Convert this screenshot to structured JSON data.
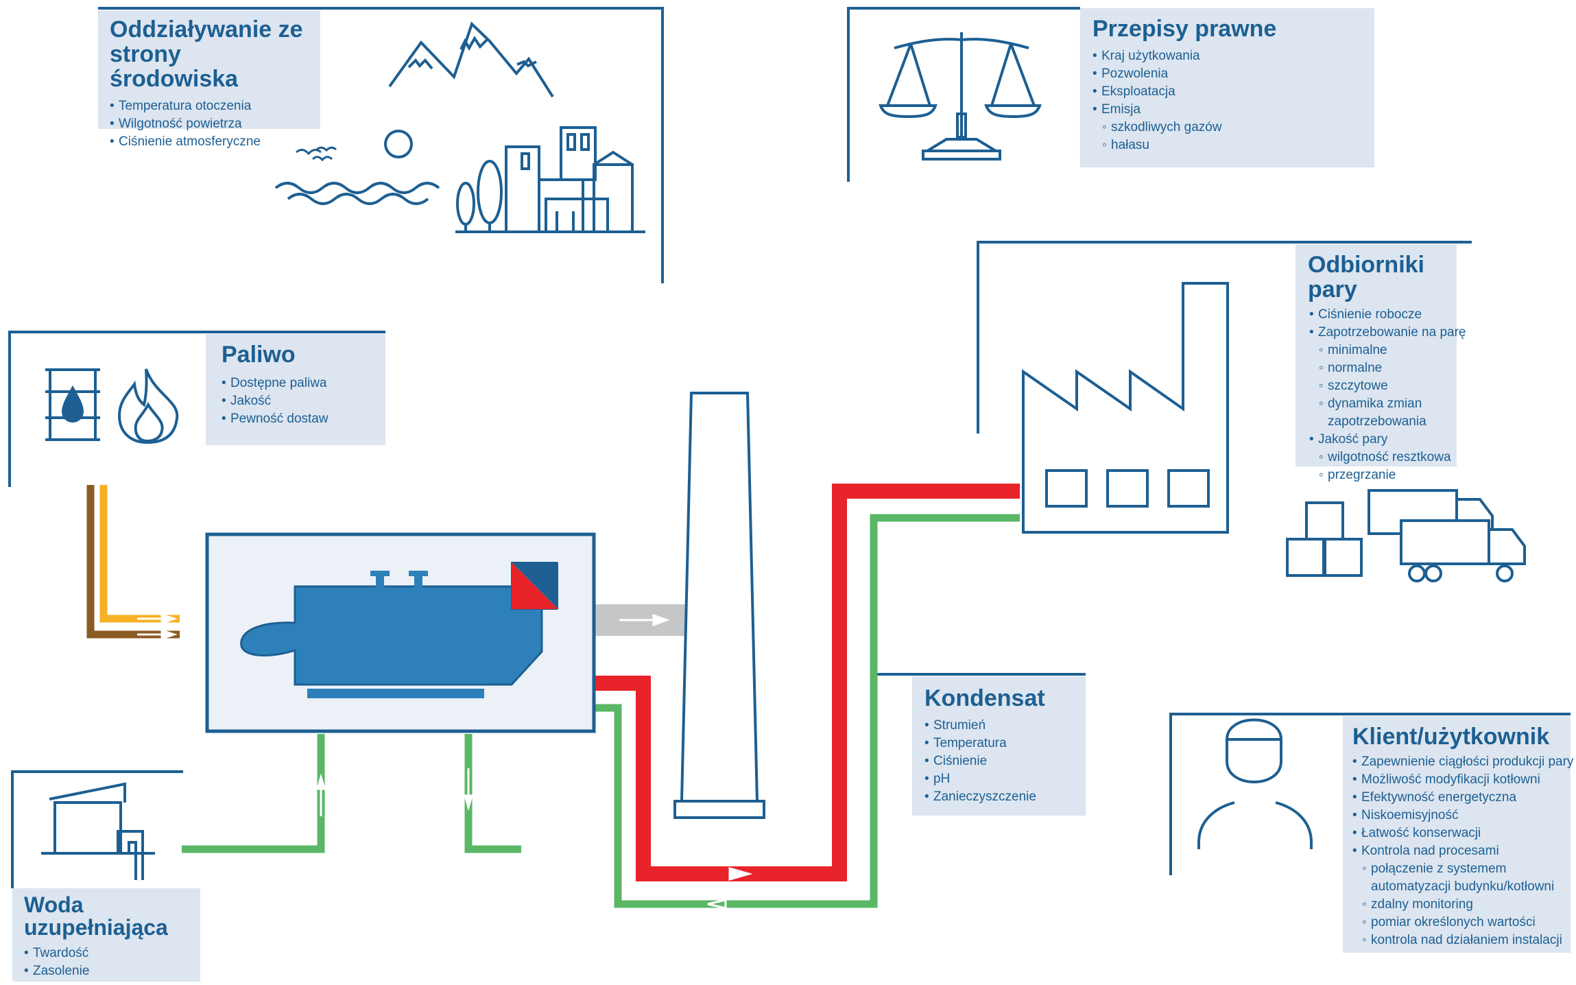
{
  "environment": {
    "title": "Oddziaływanie ze strony środowiska",
    "title_line1": "Oddziaływanie ze",
    "title_line2": "strony środowiska",
    "items": [
      "Temperatura otoczenia",
      "Wilgotność powietrza",
      "Ciśnienie atmosferyczne"
    ]
  },
  "regulations": {
    "title": "Przepisy prawne",
    "items": [
      "Kraj użytkowania",
      "Pozwolenia",
      "Eksploatacja",
      "Emisja"
    ],
    "sub_items": [
      "szkodliwych gazów",
      "hałasu"
    ]
  },
  "steam_consumers": {
    "title": "Odbiorniki pary",
    "items": [
      {
        "text": "Ciśnienie robocze",
        "sub": false
      },
      {
        "text": "Zapotrzebowanie na parę",
        "sub": false
      },
      {
        "text": "minimalne",
        "sub": true
      },
      {
        "text": "normalne",
        "sub": true
      },
      {
        "text": "szczytowe",
        "sub": true
      },
      {
        "text": "dynamika zmian",
        "sub": true
      },
      {
        "text": "zapotrzebowania",
        "sub": true,
        "continuation": true
      },
      {
        "text": "Jakość pary",
        "sub": false
      },
      {
        "text": "wilgotność resztkowa",
        "sub": true
      },
      {
        "text": "przegrzanie",
        "sub": true
      }
    ]
  },
  "fuel": {
    "title": "Paliwo",
    "items": [
      "Dostępne paliwa",
      "Jakość",
      "Pewność dostaw"
    ]
  },
  "condensate": {
    "title": "Kondensat",
    "items": [
      "Strumień",
      "Temperatura",
      "Ciśnienie",
      "pH",
      "Zanieczyszczenie"
    ]
  },
  "client": {
    "title": "Klient/użytkownik",
    "items": [
      {
        "text": "Zapewnienie ciągłości produkcji pary",
        "sub": false
      },
      {
        "text": "Możliwość modyfikacji kotłowni",
        "sub": false
      },
      {
        "text": "Efektywność energetyczna",
        "sub": false
      },
      {
        "text": "Niskoemisyjność",
        "sub": false
      },
      {
        "text": "Łatwość konserwacji",
        "sub": false
      },
      {
        "text": "Kontrola nad procesami",
        "sub": false
      },
      {
        "text": "połączenie z systemem",
        "sub": true
      },
      {
        "text": "automatyzacji budynku/kotłowni",
        "sub": true,
        "continuation": true
      },
      {
        "text": "zdalny monitoring",
        "sub": true
      },
      {
        "text": "pomiar określonych wartości",
        "sub": true
      },
      {
        "text": "kontrola nad działaniem instalacji",
        "sub": true
      }
    ]
  },
  "makeup_water": {
    "title": "Woda uzupełniająca",
    "title_line1": "Woda",
    "title_line2": "uzupełniająca",
    "items": [
      "Twardość",
      "Zasolenie"
    ]
  },
  "icons": [
    "mountains-icon",
    "sun-icon",
    "birds-icon",
    "waves-icon",
    "city-icon",
    "scales-icon",
    "oil-barrel-icon",
    "flame-icon",
    "boiler-icon",
    "chimney-icon",
    "factory-icon",
    "boxes-icon",
    "trucks-icon",
    "worker-icon",
    "water-house-icon"
  ],
  "colors": {
    "primary": "#1d5f92",
    "panel": "#dce5f0",
    "boiler": "#2d80b9",
    "steam": "#e8232a",
    "condensate": "#59b766",
    "fuel_yellow": "#f6b124",
    "fuel_brown": "#8a5b22",
    "flue_gas": "#c4c6c8"
  }
}
